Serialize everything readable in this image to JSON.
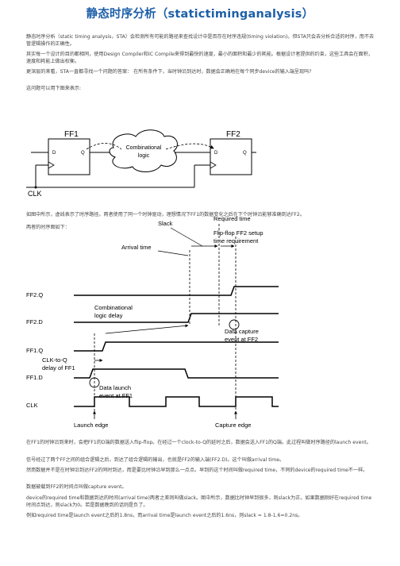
{
  "title": "静态时序分析（statictiminganalysis）",
  "paragraphs": [
    "静态时序分析（static timing analysis，STA）会检测所有可能的路径来查找设计中是否存在时序违规(timing violation)。但STA只会去分析合适的时序，而不去管逻辑操作的正确性。",
    "其实每一个设计的目的都相同，使用Design Compiler和IC Compile来得到最快的速度，最小的面积和最少的耗能。根据设计者提供的约束，这些工具会在面积，速度和耗能上做出权衡。",
    "更深层的来看，STA一直都寻找一个问题的答案： 在所有条件下，当时钟沿到达时，数据会正确地在每个同步device的输入端呈现吗?",
    "这问题可以用下图来表示:",
    "如图中所示，虚线表示了时序路径。两者使用了同一个时钟驱动，理想情况下FF1的数据变化之后在下个时钟沿能够准确到达FF2。",
    "两者的时序图如下：",
    "在FF1的时钟沿到来时，会把FF1的D端的数据送入flip-flop。在经过一个clock-to-Q的延时之后，数据会送入FF1的Q端。此过程叫做时序路径的launch event。",
    "信号经过了两个FF之间的组合逻辑之后，到达了组合逻辑的输出，也就是FF2的输入端(FF2.D)。这个叫做arrival time。",
    "然而数据并不是在时钟沿到达FF2的同时到达，而是要比时钟沿早到那么一点点。早到的这个时间叫做required time，不同的device的required time不一样。",
    "数据被载到FF2的时间点叫做capture event。",
    "device的required time和数据到达的时间(arrival time)两者之差则叫做slack。图中所示，数据比时钟早到很多，则slack为正。如果数据刚好在required time时间点到达，则slack为0。若是数据晚到的话则是负了。",
    "例如required time是launch event之后的1.8ns，而arrival time是launch event之后的1.6ns，则slack = 1.8-1.6=0.2ns。"
  ],
  "circuit": {
    "ff1_label": "FF1",
    "ff2_label": "FF2",
    "d_label": "D",
    "q_label": "Q",
    "logic_line1": "Combinational",
    "logic_line2": "logic",
    "clk_label": "CLK"
  },
  "timing": {
    "signals": [
      "FF2.Q",
      "FF2.D",
      "FF1.Q",
      "FF1.D",
      "CLK"
    ],
    "slack": "Slack",
    "required_time": "Required time",
    "setup_line1": "Flip-flop FF2 setup",
    "setup_line2": "time requirement",
    "arrival_time": "Arrival time",
    "comb_line1": "Combinational",
    "comb_line2": "logic delay",
    "capture_line1": "Data capture",
    "capture_line2": "event at FF2",
    "clkq_line1": "CLK-to-Q",
    "clkq_line2": "delay of FF1",
    "launch_line1": "Data launch",
    "launch_line2": "event at FF1",
    "launch_edge": "Launch edge",
    "capture_edge": "Capture edge"
  }
}
